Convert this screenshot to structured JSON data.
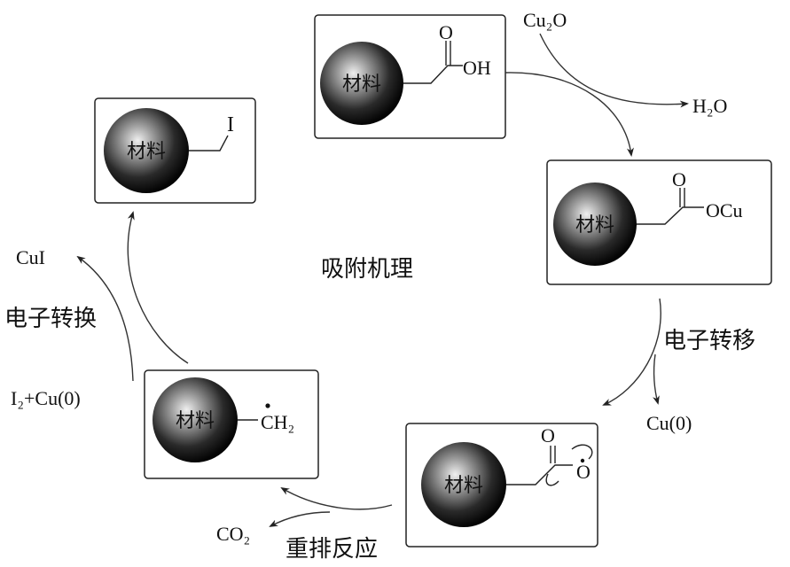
{
  "center_title": "吸附机理",
  "sphere_label": "材料",
  "steps": {
    "electron_transfer": "电子转移",
    "rearrangement": "重排反应",
    "electron_exchange": "电子转换"
  },
  "species": {
    "cu2o": "Cu₂O",
    "h2o": "H₂O",
    "cu0": "Cu(0)",
    "co2": "CO₂",
    "cui": "CuI",
    "i2_cu0": "I₂+Cu(0)"
  },
  "groups": {
    "carboxyl_o": "O",
    "carboxyl_oh": "OH",
    "carboxylate_o": "O",
    "carboxylate_ocu": "OCu",
    "radical_o_top": "O",
    "radical_o_side": "O",
    "methylene": "CH₂",
    "iodide": "I"
  },
  "colors": {
    "sphere_dark": "#050505",
    "sphere_highlight": "#e8e8e8",
    "frame": "#222222"
  }
}
